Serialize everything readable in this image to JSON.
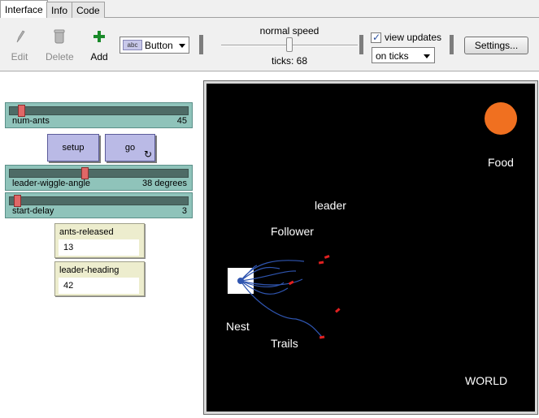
{
  "tabs": [
    {
      "label": "Interface",
      "active": true
    },
    {
      "label": "Info",
      "active": false
    },
    {
      "label": "Code",
      "active": false
    }
  ],
  "toolbar": {
    "edit_label": "Edit",
    "delete_label": "Delete",
    "add_label": "Add",
    "widget_type": "Button",
    "speed_label": "normal speed",
    "ticks_label": "ticks: 68",
    "view_updates_label": "view updates",
    "view_updates_checked": true,
    "update_mode": "on ticks",
    "settings_label": "Settings..."
  },
  "widgets": {
    "num_ants": {
      "name": "num-ants",
      "value": "45",
      "fraction": 0.05
    },
    "setup_label": "setup",
    "go_label": "go",
    "leader_wiggle_angle": {
      "name": "leader-wiggle-angle",
      "value": "38 degrees",
      "fraction": 0.42
    },
    "start_delay": {
      "name": "start-delay",
      "value": "3",
      "fraction": 0.03
    },
    "ants_released": {
      "name": "ants-released",
      "value": "13"
    },
    "leader_heading": {
      "name": "leader-heading",
      "value": "42"
    }
  },
  "world": {
    "labels": {
      "food": "Food",
      "leader": "leader",
      "follower": "Follower",
      "nest": "Nest",
      "trails": "Trails",
      "world": "WORLD"
    },
    "colors": {
      "background": "#000000",
      "food": "#f07020",
      "trail": "#2f55b0",
      "ant": "#e02020",
      "nest": "#ffffff"
    }
  }
}
